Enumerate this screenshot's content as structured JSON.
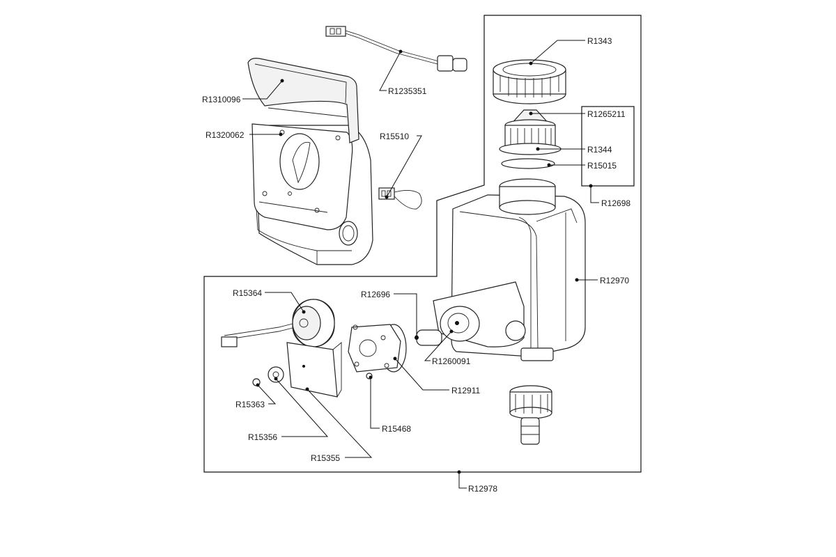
{
  "parts": [
    {
      "id": "r1343",
      "label": "R1343"
    },
    {
      "id": "r1265211",
      "label": "R1265211"
    },
    {
      "id": "r1344",
      "label": "R1344"
    },
    {
      "id": "r15015",
      "label": "R15015"
    },
    {
      "id": "r12698",
      "label": "R12698"
    },
    {
      "id": "r12970",
      "label": "R12970"
    },
    {
      "id": "r1310096",
      "label": "R1310096"
    },
    {
      "id": "r1320062",
      "label": "R1320062"
    },
    {
      "id": "r1235351",
      "label": "R1235351"
    },
    {
      "id": "r15510",
      "label": "R15510"
    },
    {
      "id": "r15364",
      "label": "R15364"
    },
    {
      "id": "r12696",
      "label": "R12696"
    },
    {
      "id": "r1260091",
      "label": "R1260091"
    },
    {
      "id": "r12911",
      "label": "R12911"
    },
    {
      "id": "r15363",
      "label": "R15363"
    },
    {
      "id": "r15356",
      "label": "R15356"
    },
    {
      "id": "r15468",
      "label": "R15468"
    },
    {
      "id": "r15355",
      "label": "R15355"
    },
    {
      "id": "r12978",
      "label": "R12978"
    }
  ]
}
